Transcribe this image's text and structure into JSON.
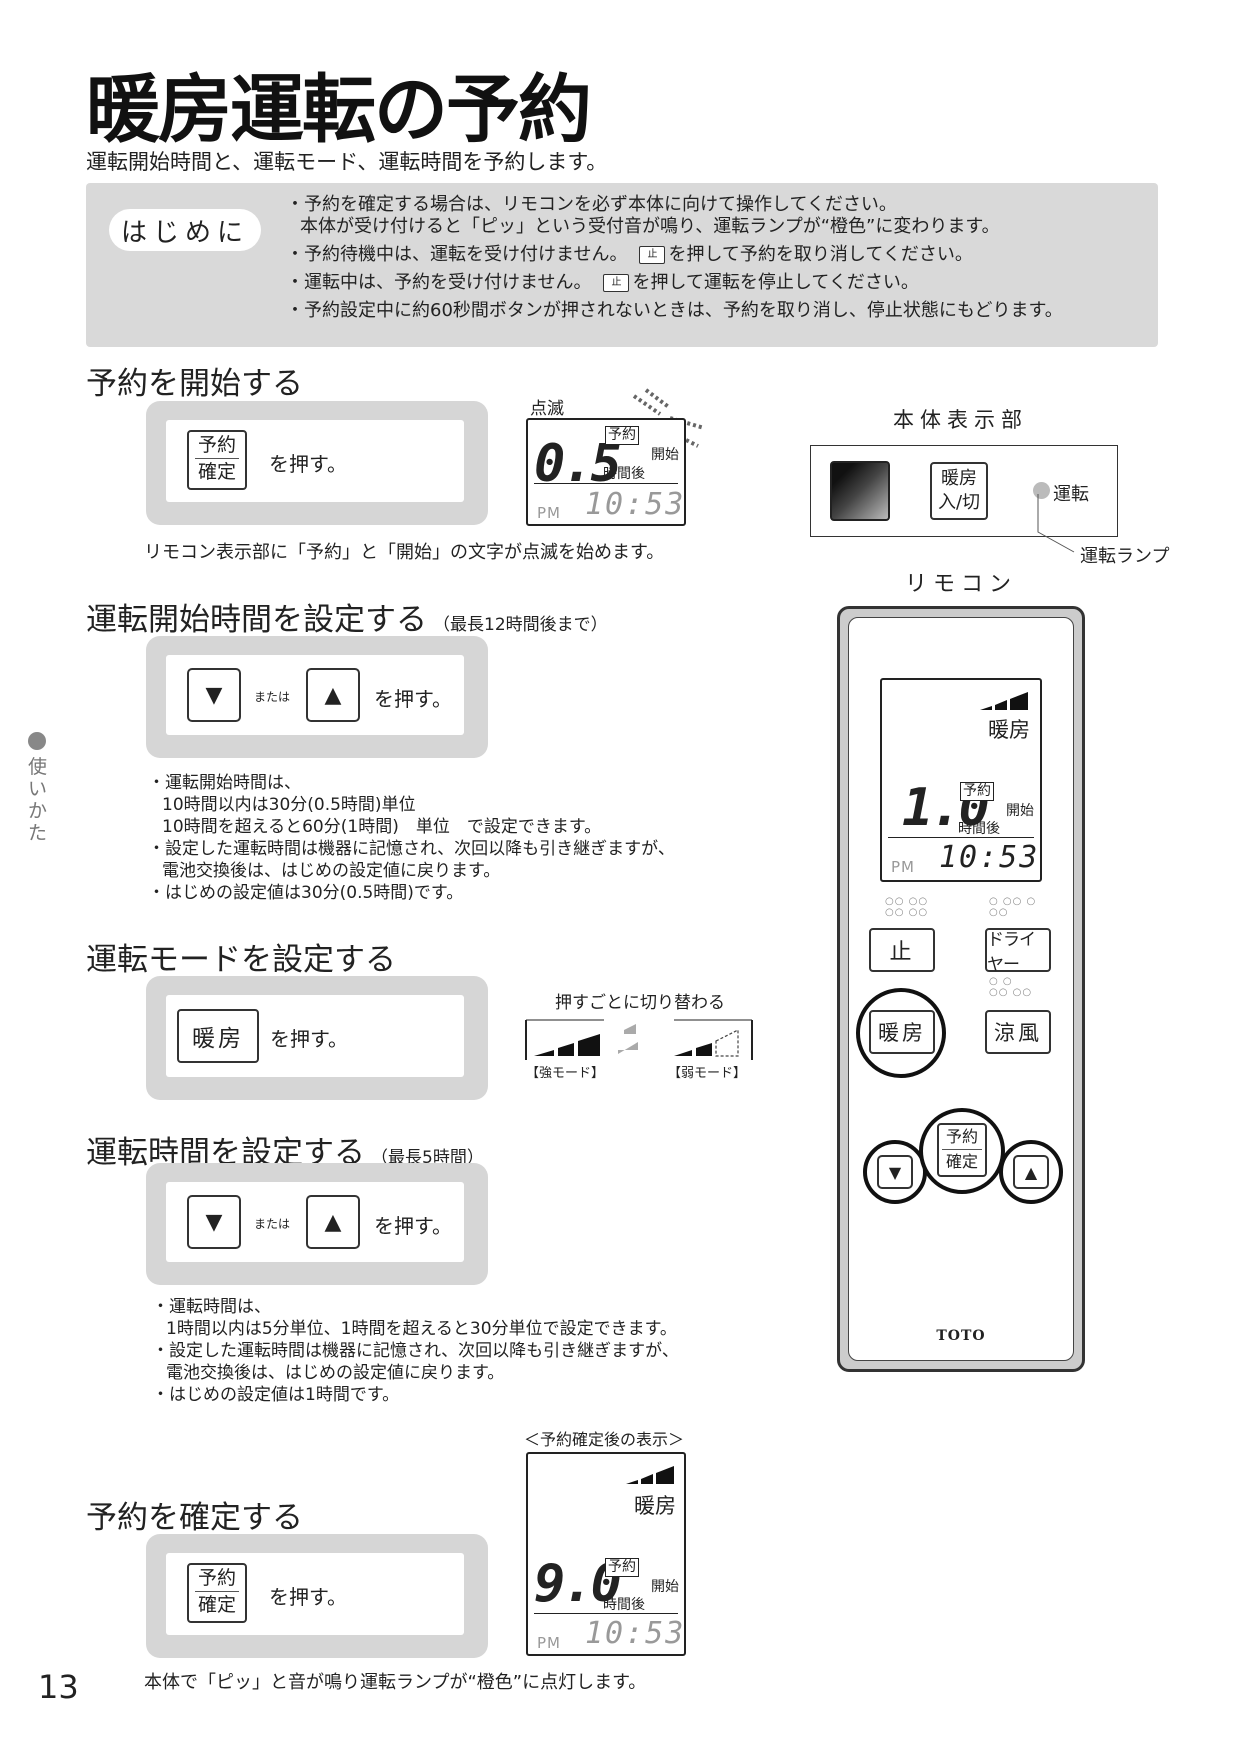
{
  "title": "暖房運転の予約",
  "subtitle": "運転開始時間と、運転モード、運転時間を予約します。",
  "intro": {
    "badge": "はじめに",
    "note1a": "・予約を確定する場合は、リモコンを必ず本体に向けて操作してください。",
    "note1b": "本体が受け付けると「ピッ」という受付音が鳴り、運転ランプが“橙色”に変わります。",
    "note2a": "・予約待機中は、運転を受け付けません。",
    "note2b": "を押して予約を取り消してください。",
    "note3a": "・運転中は、予約を受け付けません。",
    "note3b": "を押して運転を停止してください。",
    "note4": "・予約設定中に約60秒間ボタンが押されないときは、予約を取り消し、停止状態にもどります。",
    "stop_key": "止"
  },
  "keys": {
    "yoyaku": "予約",
    "kakutei": "確定",
    "danbo": "暖房",
    "stop": "止",
    "dryer": "ドライヤー",
    "ryofu": "涼風",
    "down": "▼",
    "up": "▲",
    "danbo_onoff_1": "暖房",
    "danbo_onoff_2": "入/切"
  },
  "common": {
    "press": "を押す。",
    "or": "または"
  },
  "lcd": {
    "blink": "点滅",
    "yoyaku": "予約",
    "kaishi": "開始",
    "jikango": "時間後",
    "pm": "PM",
    "time": "10:53",
    "danbo": "暖房",
    "value_start": "0.5",
    "value_remote": "1.0",
    "value_confirm": "9.0",
    "confirm_caption": "＜予約確定後の表示＞"
  },
  "sec1": {
    "heading": "予約を開始する",
    "caption": "リモコン表示部に「予約」と「開始」の文字が点滅を始めます。"
  },
  "sec2": {
    "heading": "運転開始時間を設定する",
    "sub": "（最長12時間後まで）",
    "n1": "・運転開始時間は、",
    "n2": "10時間以内は30分(0.5時間)単位",
    "n3": "10時間を超えると60分(1時間)　単位　で設定できます。",
    "n4": "・設定した運転時間は機器に記憶され、次回以降も引き継ぎますが、",
    "n5": "電池交換後は、はじめの設定値に戻ります。",
    "n6": "・はじめの設定値は30分(0.5時間)です。"
  },
  "sec3": {
    "heading": "運転モードを設定する",
    "toggle": "押すごとに切り替わる",
    "strong": "【強モード】",
    "weak": "【弱モード】"
  },
  "sec4": {
    "heading": "運転時間を設定する",
    "sub": "（最長5時間）",
    "n1": "・運転時間は、",
    "n2": "1時間以内は5分単位、1時間を超えると30分単位で設定できます。",
    "n3": "・設定した運転時間は機器に記憶され、次回以降も引き継ぎますが、",
    "n4": "電池交換後は、はじめの設定値に戻ります。",
    "n5": "・はじめの設定値は1時間です。"
  },
  "sec5": {
    "heading": "予約を確定する",
    "caption": "本体で「ピッ」と音が鳴り運転ランプが“橙色”に点灯します。"
  },
  "unit": {
    "label": "本体表示部",
    "lamp": "運転",
    "lamp_label": "運転ランプ"
  },
  "remote": {
    "label": "リモコン",
    "brand": "TOTO"
  },
  "side_tab": "使いかた",
  "page_number": "13"
}
